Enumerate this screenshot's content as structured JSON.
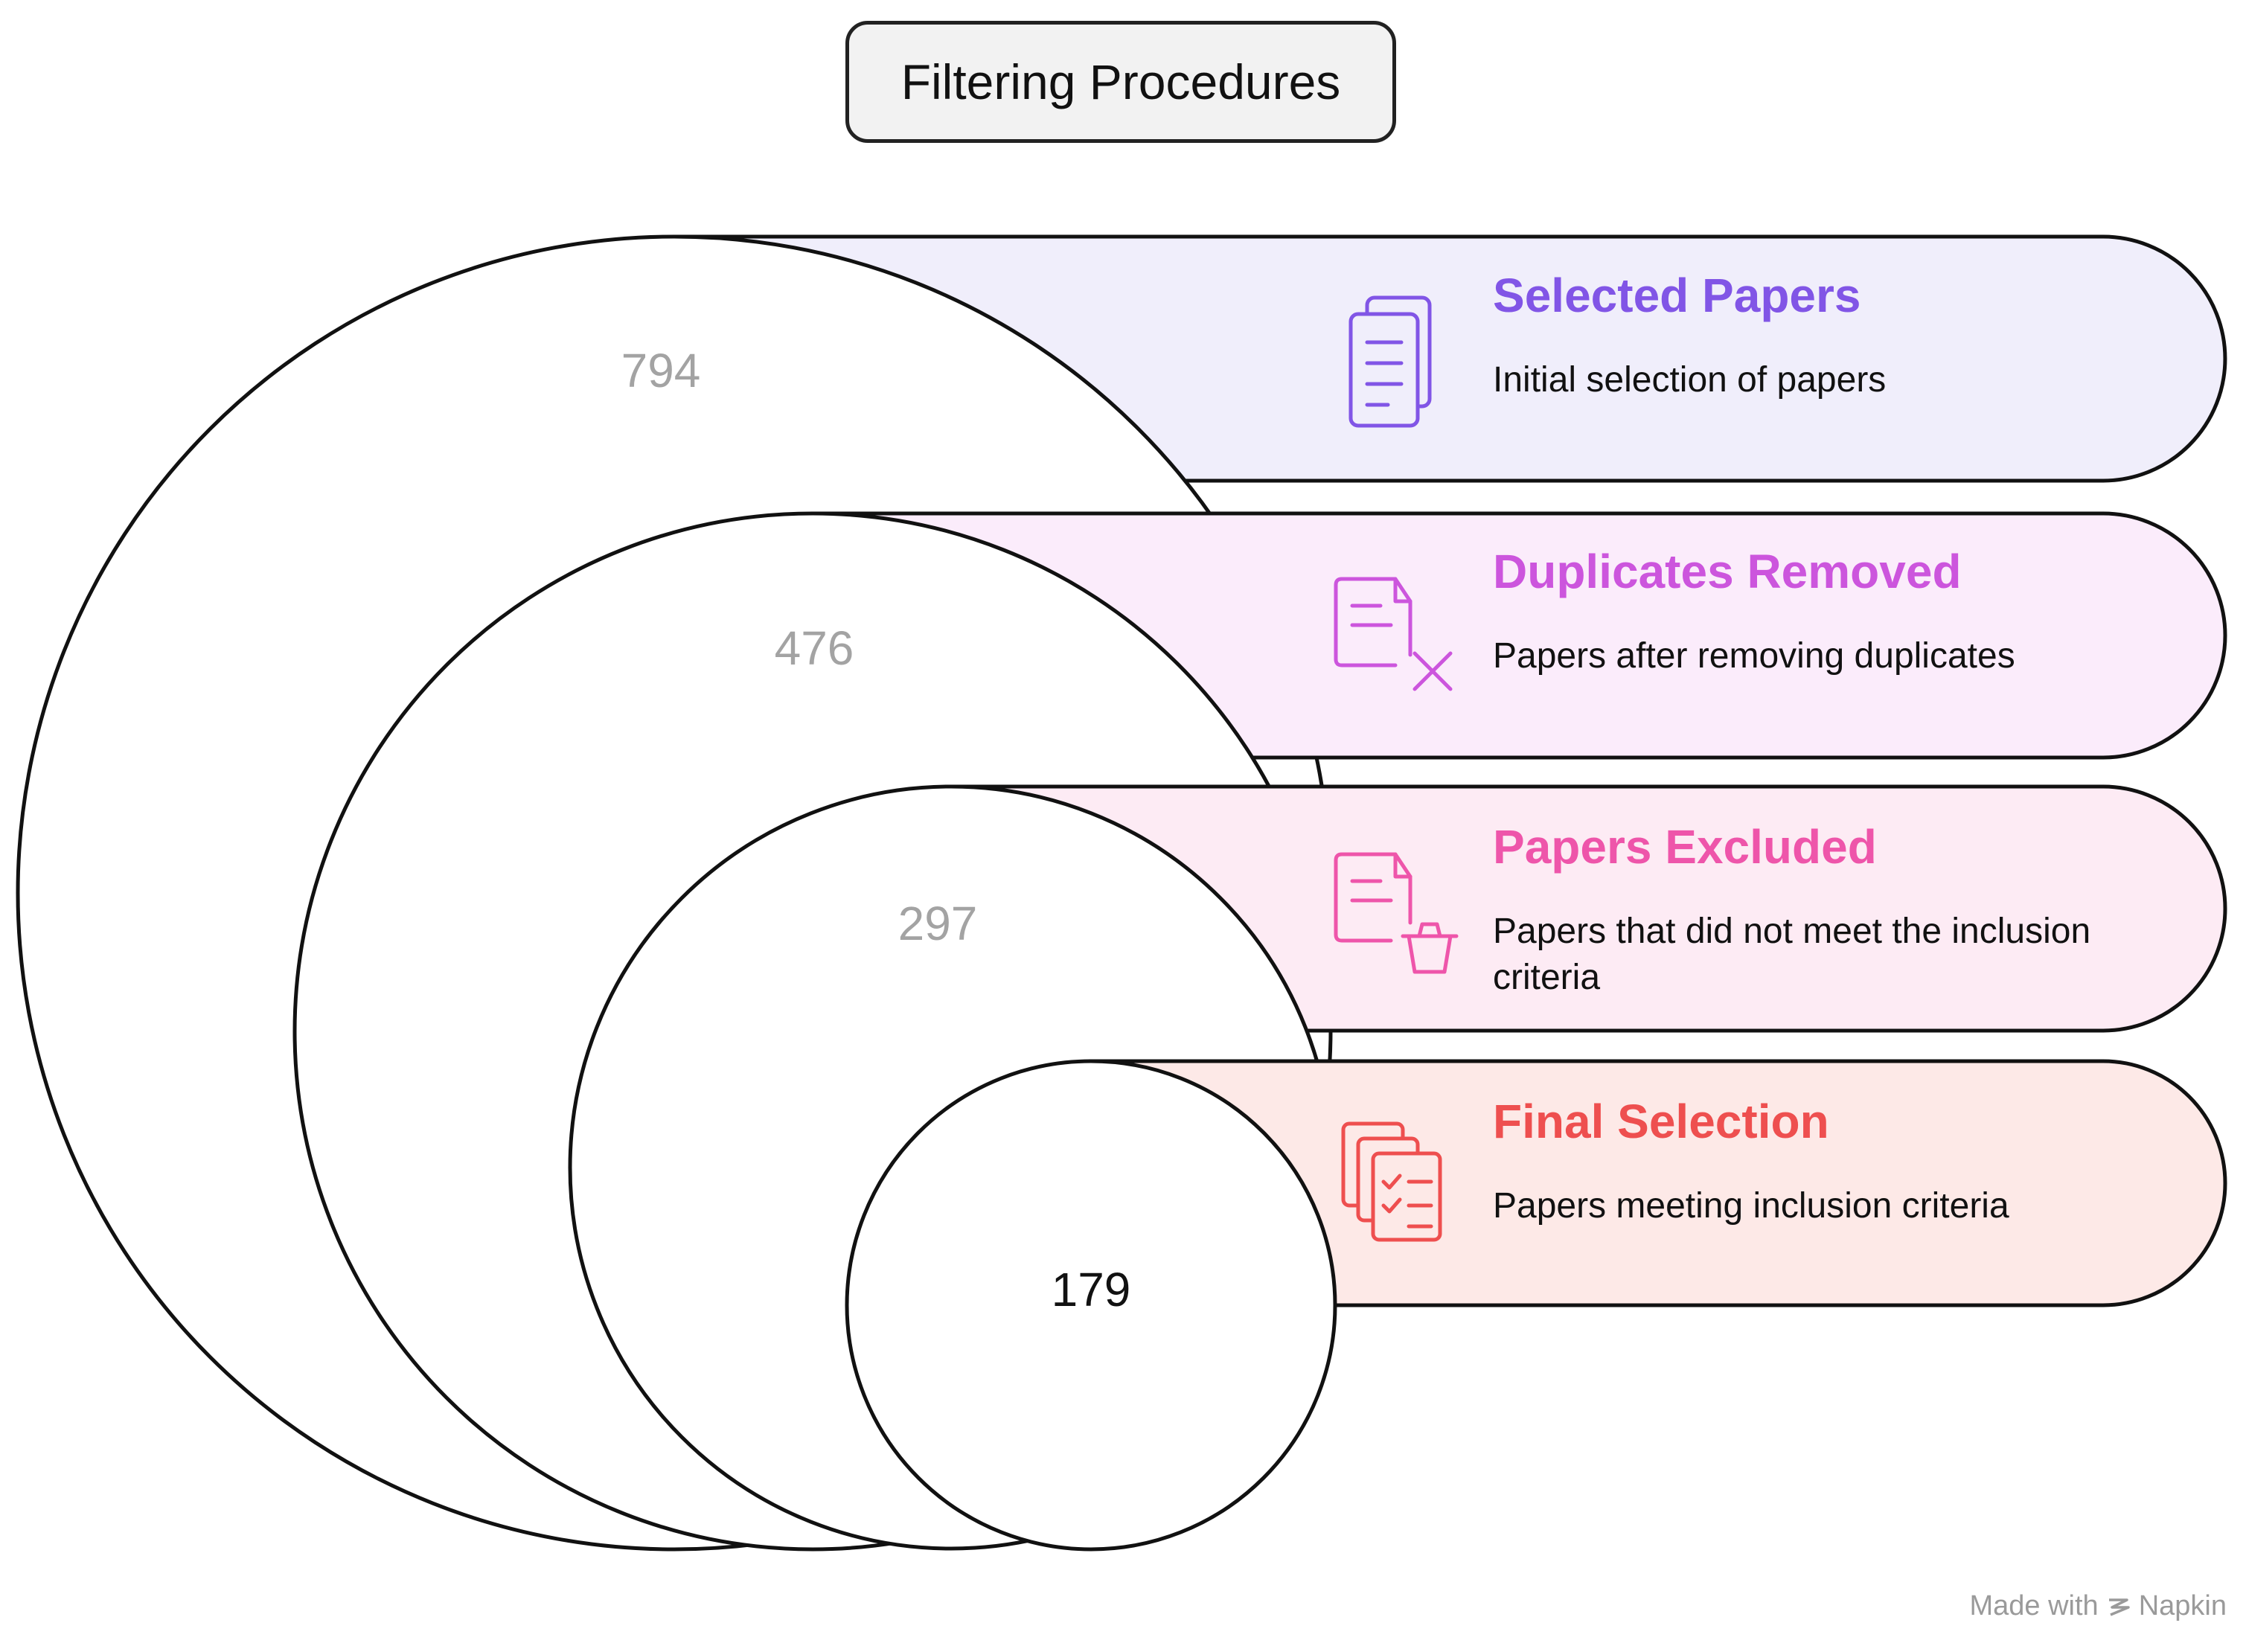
{
  "title": "Filtering Procedures",
  "stages": [
    {
      "count": "794",
      "label": "Selected Papers",
      "description": "Initial selection of papers",
      "color": "#8155e6",
      "band_color": "#f0eefb",
      "icon": "documents-icon",
      "count_color": "#a3a3a3"
    },
    {
      "count": "476",
      "label": "Duplicates Removed",
      "description": "Papers after removing duplicates",
      "color": "#cc55dd",
      "band_color": "#fbecfb",
      "icon": "document-remove-icon",
      "count_color": "#a3a3a3"
    },
    {
      "count": "297",
      "label": "Papers Excluded",
      "description": "Papers that did not meet the inclusion criteria",
      "color": "#ee55aa",
      "band_color": "#fdebf4",
      "icon": "document-trash-icon",
      "count_color": "#a3a3a3"
    },
    {
      "count": "179",
      "label": "Final Selection",
      "description": "Papers meeting inclusion criteria",
      "color": "#ee4f4f",
      "band_color": "#fde9e7",
      "icon": "document-checklist-icon",
      "count_color": "#111111"
    }
  ],
  "watermark": {
    "prefix": "Made with",
    "brand": "Napkin"
  }
}
